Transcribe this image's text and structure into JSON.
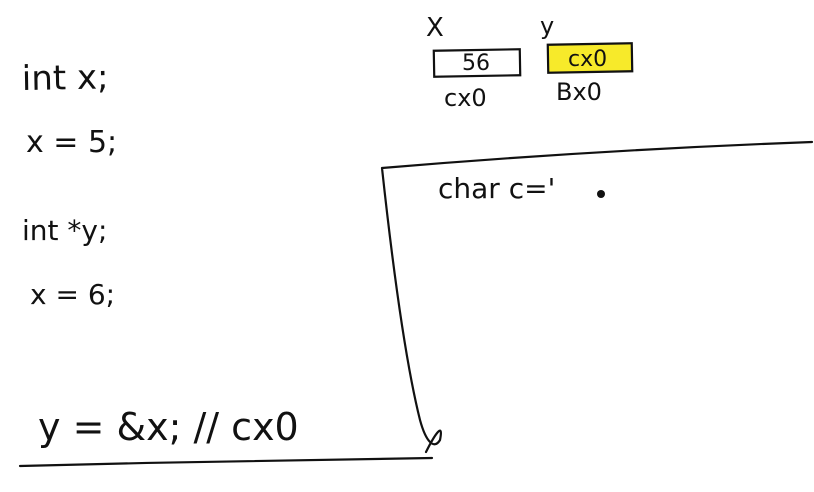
{
  "whiteboard": {
    "ink_color": "#111111",
    "highlight_color": "#f7ea2a",
    "code_lines": [
      "int x;",
      "x = 5;",
      "int *y;",
      "x = 6;",
      "y = &x; // cx0"
    ],
    "memory": {
      "var_x_label": "X",
      "var_y_label": "y",
      "box_x_value": "56",
      "box_y_value": "cx0",
      "addr_x": "cx0",
      "addr_y": "Bx0"
    },
    "side_panel_text": "char c='",
    "cursor_icon": "cursor-icon"
  }
}
